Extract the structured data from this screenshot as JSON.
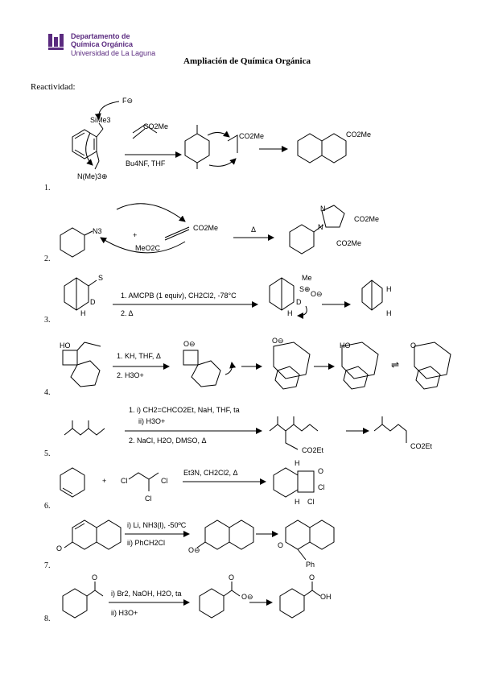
{
  "header": {
    "department_line1": "Departamento de",
    "department_line2": "Química Orgánica",
    "university": "Universidad de La Laguna",
    "title": "Ampliación de Química Orgánica"
  },
  "section_label": "Reactividad:",
  "colors": {
    "brand": "#5a2a7f",
    "ink": "#000000"
  },
  "reactions": [
    {
      "number": "1.",
      "reagent_top": "",
      "reagent_bottom": "Bu4NF, THF",
      "labels": [
        "F⊖",
        "SiMe3",
        "CO2Me",
        "N(Me)3⊕",
        "CO2Me",
        "CO2Me"
      ]
    },
    {
      "number": "2.",
      "reagent_top": "Δ",
      "labels": [
        "N3",
        "+",
        "MeO2C",
        "CO2Me",
        "N",
        "N",
        "CO2Me",
        "CO2Me"
      ]
    },
    {
      "number": "3.",
      "reagent_top": "1. AMCPB (1 equiv), CH2Cl2, -78°C",
      "reagent_bottom": "2. Δ",
      "labels": [
        "S",
        "D",
        "H",
        "Me",
        "S⊕",
        "O⊖",
        "D",
        "H",
        "H",
        "H"
      ]
    },
    {
      "number": "4.",
      "reagent_top": "1. KH, THF, Δ",
      "reagent_bottom": "2. H3O+",
      "labels": [
        "HO",
        "O⊖",
        "O⊖",
        "HO",
        "O",
        "⇌"
      ]
    },
    {
      "number": "5.",
      "reagent_top": "1. i) CH2=CHCO2Et, NaH, THF, ta",
      "reagent_mid": "ii) H3O+",
      "reagent_bottom": "2. NaCl, H2O, DMSO, Δ",
      "labels": [
        "CO2Et",
        "CO2Et"
      ]
    },
    {
      "number": "6.",
      "reagent_top": "Et3N, CH2Cl2, Δ",
      "labels": [
        "+",
        "Cl",
        "Cl",
        "Cl",
        "H",
        "O",
        "Cl",
        "H",
        "Cl"
      ]
    },
    {
      "number": "7.",
      "reagent_top": "i) Li, NH3(l), -50ºC",
      "reagent_bottom": "ii) PhCH2Cl",
      "labels": [
        "O",
        "O⊖",
        "O",
        "Ph"
      ]
    },
    {
      "number": "8.",
      "reagent_top": "i) Br2, NaOH, H2O, ta",
      "reagent_bottom": "ii) H3O+",
      "labels": [
        "O",
        "O",
        "O⊖",
        "O",
        "OH"
      ]
    }
  ]
}
